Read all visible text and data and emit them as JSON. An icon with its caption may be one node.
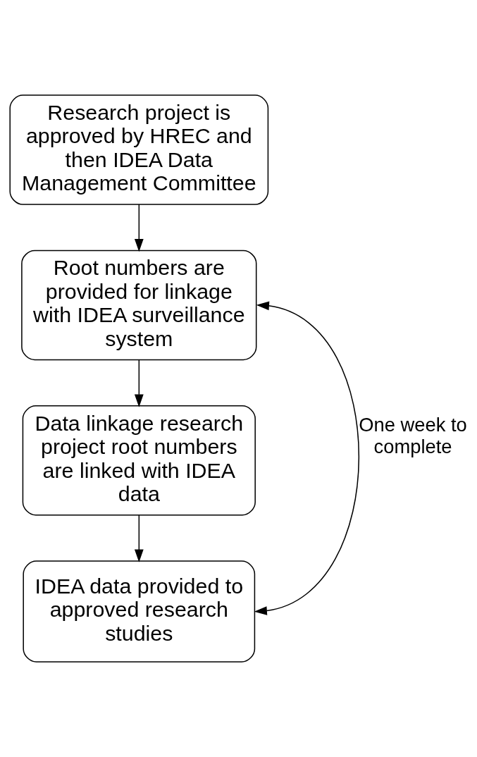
{
  "diagram": {
    "nodes": [
      {
        "text": [
          "Research project is approved by HREC and then IDEA Data Management Committee"
        ]
      },
      {
        "text": [
          "Root numbers are provided for linkage with IDEA surveillance system"
        ]
      },
      {
        "text": [
          "Data linkage research project root numbers are linked with IDEA data"
        ]
      },
      {
        "text": [
          "IDEA data provided to approved research studies"
        ]
      }
    ],
    "edges": [
      {
        "from": 0,
        "to": 1,
        "arrow": "to"
      },
      {
        "from": 1,
        "to": 2,
        "arrow": "to"
      },
      {
        "from": 2,
        "to": 3,
        "arrow": "to"
      },
      {
        "from": 3,
        "to": 1,
        "arrow": "both",
        "label": "One week to complete"
      }
    ]
  }
}
